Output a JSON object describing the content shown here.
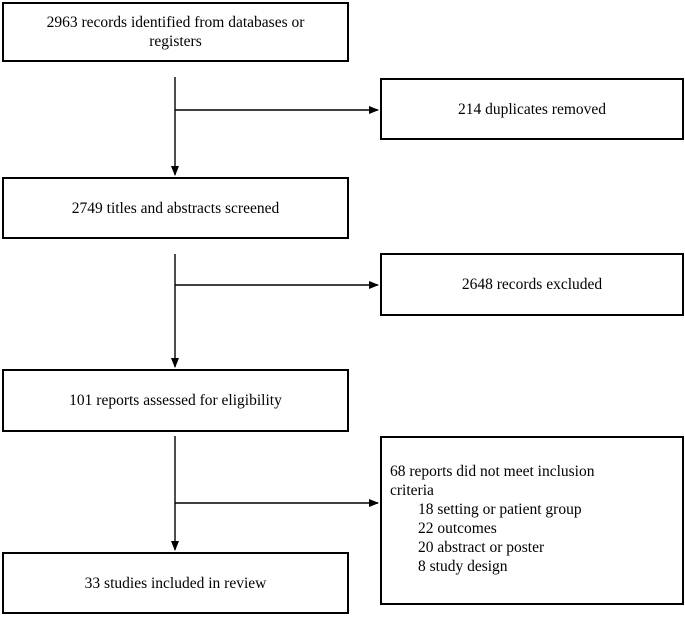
{
  "boxes": {
    "identified": {
      "line1": "2963 records identified from databases or",
      "line2": "registers"
    },
    "duplicates": "214 duplicates removed",
    "screened": "2749 titles and abstracts screened",
    "excluded": "2648 records excluded",
    "eligibility": "101 reports assessed for eligibility",
    "not_meet": {
      "line1": "68 reports did not meet inclusion",
      "line2": "criteria",
      "reasons": [
        "18 setting or patient group",
        "22 outcomes",
        "20 abstract or poster",
        "8 study design"
      ]
    },
    "included": "33 studies included in review"
  }
}
